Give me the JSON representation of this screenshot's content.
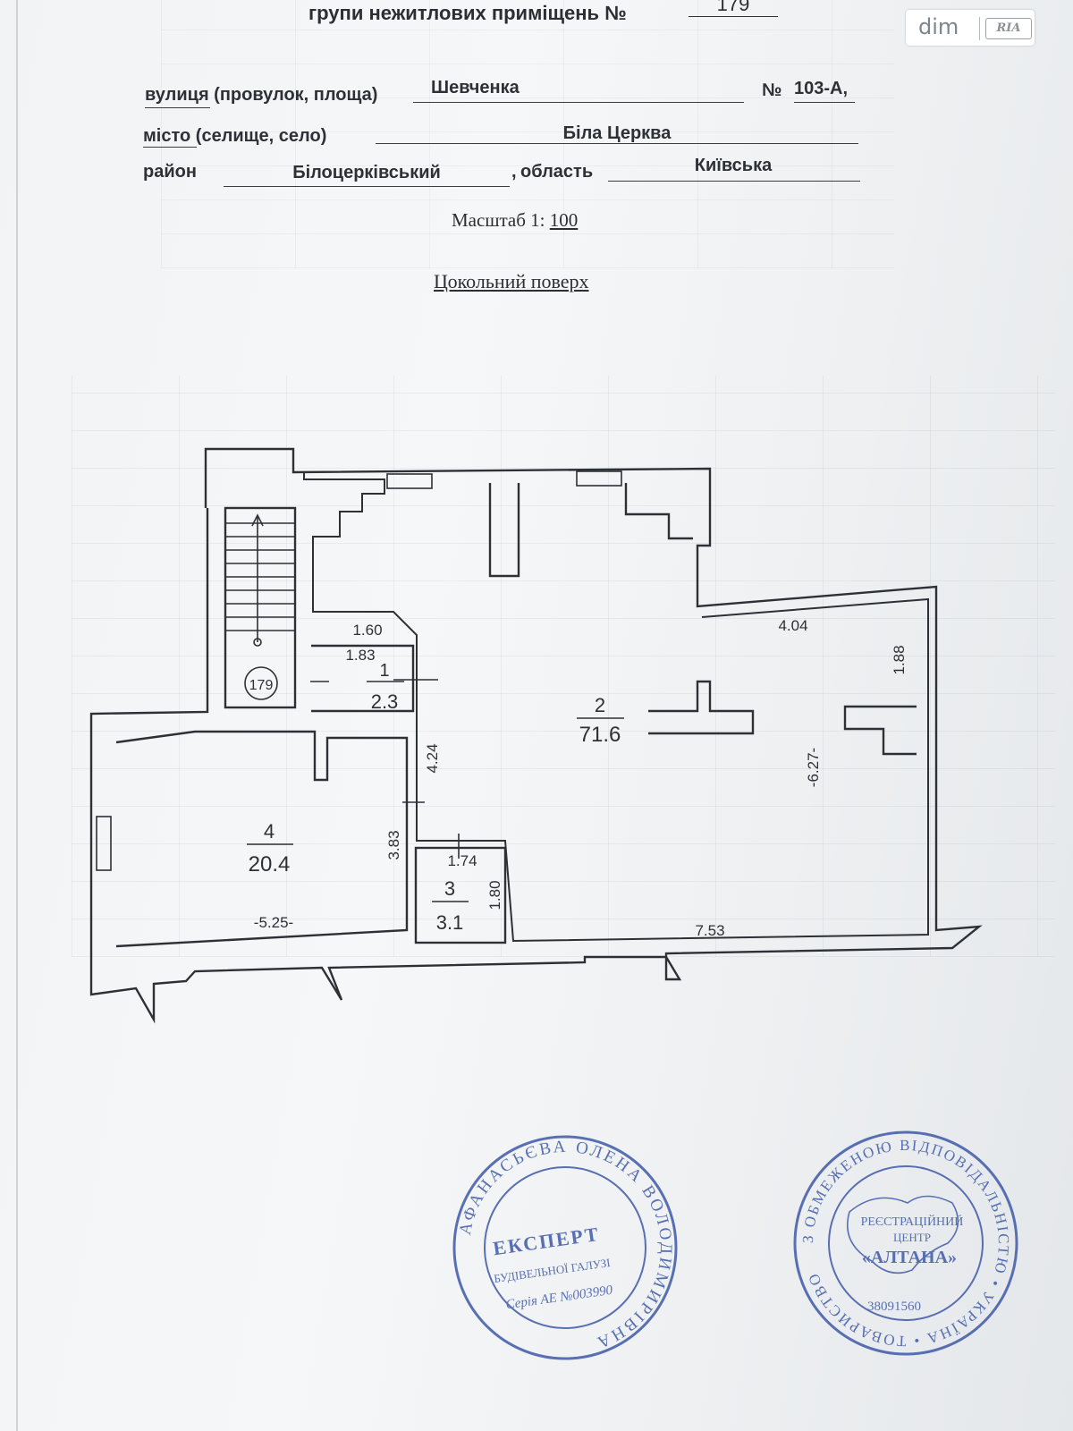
{
  "header": {
    "prefix": "групи нежитлових приміщень №",
    "number": "179"
  },
  "watermark": {
    "brand_left": "dim",
    "brand_right": "RIA"
  },
  "address": {
    "street_label": "вулиця (провулок, площа)",
    "street": "Шевченка",
    "number_label": "№",
    "number": "103-А,",
    "city_label": "місто (селище, село)",
    "city": "Біла Церква",
    "district_label": "район",
    "district": "Білоцерківський",
    "region_label": "область",
    "region": "Київська"
  },
  "scale_label": "Масштаб 1:",
  "scale_value": "100",
  "floor_name": "Цокольний поверх",
  "plan": {
    "group_marker": "179",
    "rooms": [
      {
        "number": "1",
        "area": "2.3"
      },
      {
        "number": "2",
        "area": "71.6"
      },
      {
        "number": "3",
        "area": "3.1"
      },
      {
        "number": "4",
        "area": "20.4"
      }
    ],
    "dimensions": {
      "d160": "1.60",
      "d183": "1.83",
      "d404": "4.04",
      "d188": "1.88",
      "d424": "4.24",
      "d627": "-6.27-",
      "d383": "3.83",
      "d174": "1.74",
      "d180": "1.80",
      "d525": "-5.25-",
      "d753": "7.53"
    }
  },
  "stamps": {
    "left": {
      "ring": "АФАНАСЬЄВА ОЛЕНА ВОЛОДИМИРІВНА",
      "title": "ЕКСПЕРТ",
      "line2": "БУДІВЕЛЬНОЇ ГАЛУЗІ",
      "line3": "Серія АЕ №003990"
    },
    "right": {
      "ring": "З ОБМЕЖЕНОЮ ВІДПОВІДАЛЬНІСТЮ • УКРАЇНА • ТОВАРИСТВО",
      "line1": "РЕЄСТРАЦІЙНИЙ",
      "line2": "ЦЕНТР",
      "line3": "«АЛТАНА»",
      "code": "38091560"
    }
  },
  "colors": {
    "ink": "#2d3136",
    "stamp": "#3e5aa8"
  }
}
